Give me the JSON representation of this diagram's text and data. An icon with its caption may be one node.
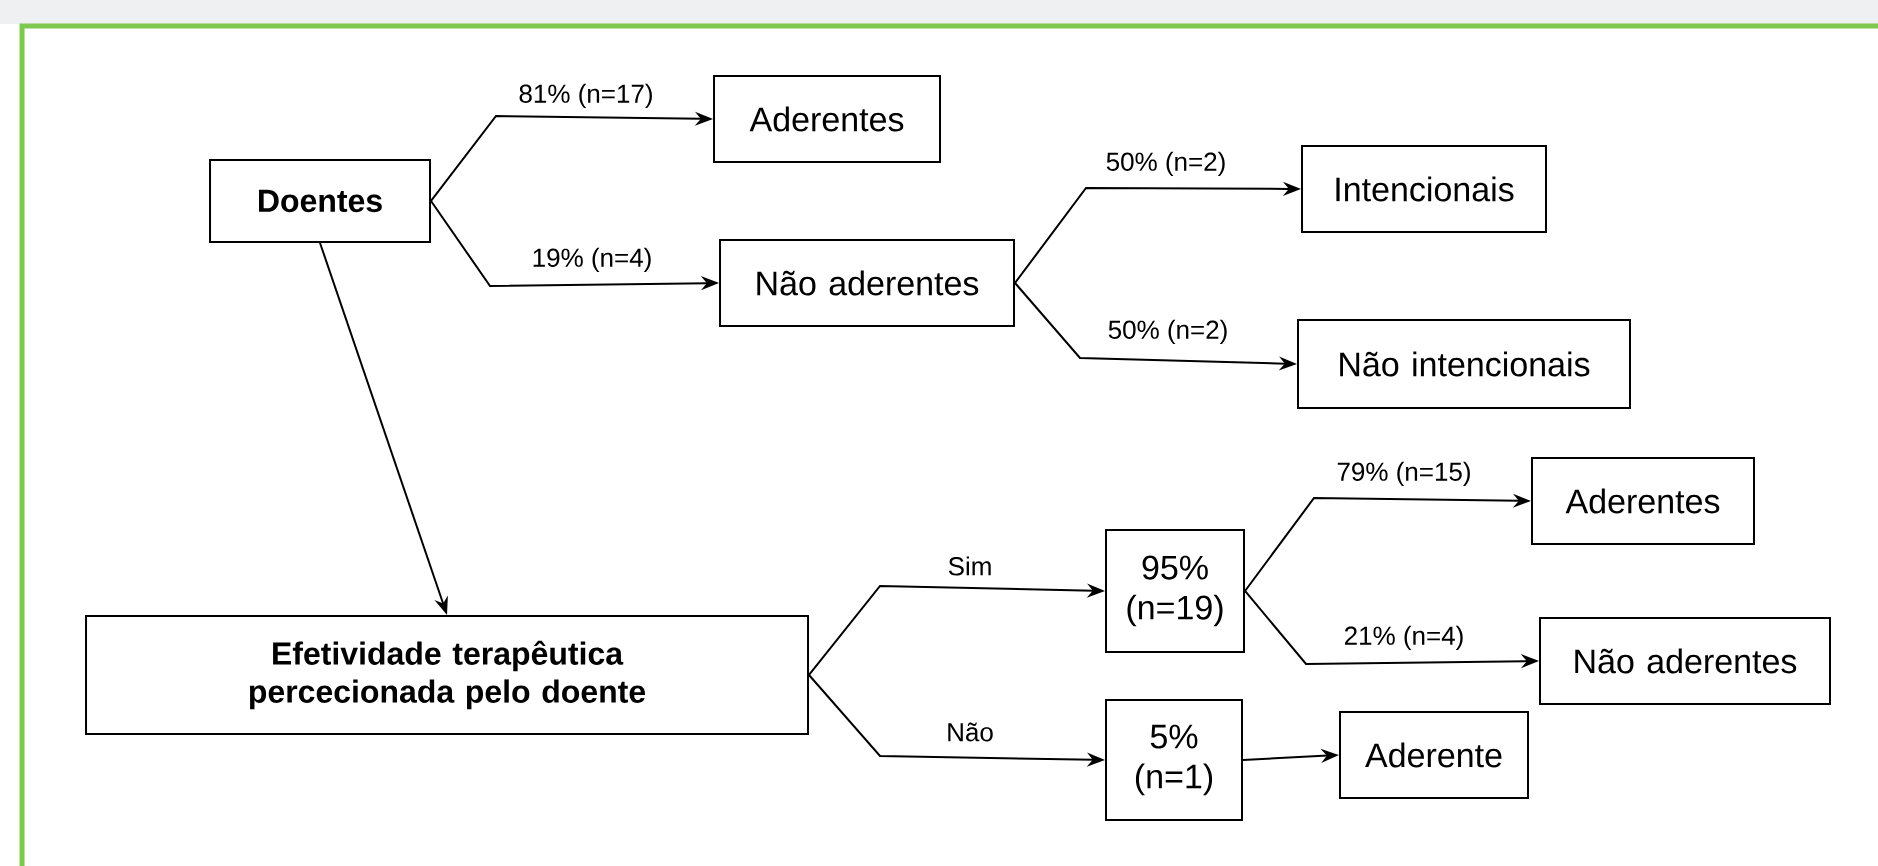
{
  "diagram": {
    "nodes": [
      {
        "text": [
          "Doentes"
        ]
      },
      {
        "text": [
          "Aderentes"
        ]
      },
      {
        "text": [
          "Não aderentes"
        ]
      },
      {
        "text": [
          "Intencionais"
        ]
      },
      {
        "text": [
          "Não intencionais"
        ]
      },
      {
        "text": [
          "Efetividade terapêutica percecionada pelo doente"
        ]
      },
      {
        "text": [
          "95% (n=19)"
        ]
      },
      {
        "text": [
          "5% (n=1)"
        ]
      },
      {
        "text": [
          "Aderentes"
        ]
      },
      {
        "text": [
          "Não aderentes"
        ]
      },
      {
        "text": [
          "Aderente"
        ]
      }
    ],
    "edges": [
      {
        "from": 0,
        "to": 1,
        "arrow": "to",
        "label": "81% (n=17)"
      },
      {
        "from": 0,
        "to": 2,
        "arrow": "to",
        "label": "19% (n=4)"
      },
      {
        "from": 2,
        "to": 3,
        "arrow": "to",
        "label": "50% (n=2)"
      },
      {
        "from": 2,
        "to": 4,
        "arrow": "to",
        "label": "50% (n=2)"
      },
      {
        "from": 0,
        "to": 5,
        "arrow": "to"
      },
      {
        "from": 5,
        "to": 6,
        "arrow": "to",
        "label": "Sim"
      },
      {
        "from": 5,
        "to": 7,
        "arrow": "to",
        "label": "Não"
      },
      {
        "from": 6,
        "to": 8,
        "arrow": "to",
        "label": "79% (n=15)"
      },
      {
        "from": 6,
        "to": 9,
        "arrow": "to",
        "label": "21% (n=4)"
      },
      {
        "from": 7,
        "to": 10,
        "arrow": "to"
      }
    ]
  }
}
